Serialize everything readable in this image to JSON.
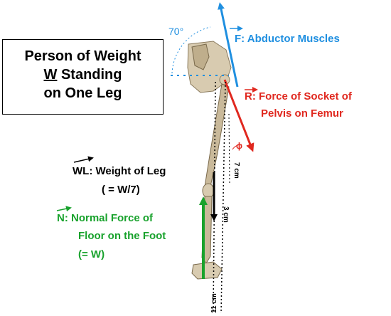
{
  "title": {
    "line1": "Person of Weight",
    "line2_symbol": "W",
    "line2_rest": " Standing",
    "line3": "on One Leg"
  },
  "labels": {
    "angle": "70°",
    "F": "F: Abductor Muscles",
    "R_line1": "R: Force of Socket of",
    "R_line2": "Pelvis on Femur",
    "WL_symbol": "WL",
    "WL_rest": ": Weight of Leg",
    "WL_line2": "( = W/7)",
    "N_line1": "N: Normal Force of",
    "N_line2": "Floor on the Foot",
    "N_line3": "(=  W)",
    "phi": "ϕ",
    "dim_7cm": "7 cm",
    "dim_3cm": "3 cm",
    "dim_11cm": "11 cm"
  },
  "colors": {
    "blue": "#1f8fe0",
    "red": "#e0281f",
    "green": "#18a22c",
    "black": "#000000",
    "bone": "#c9b99a"
  }
}
